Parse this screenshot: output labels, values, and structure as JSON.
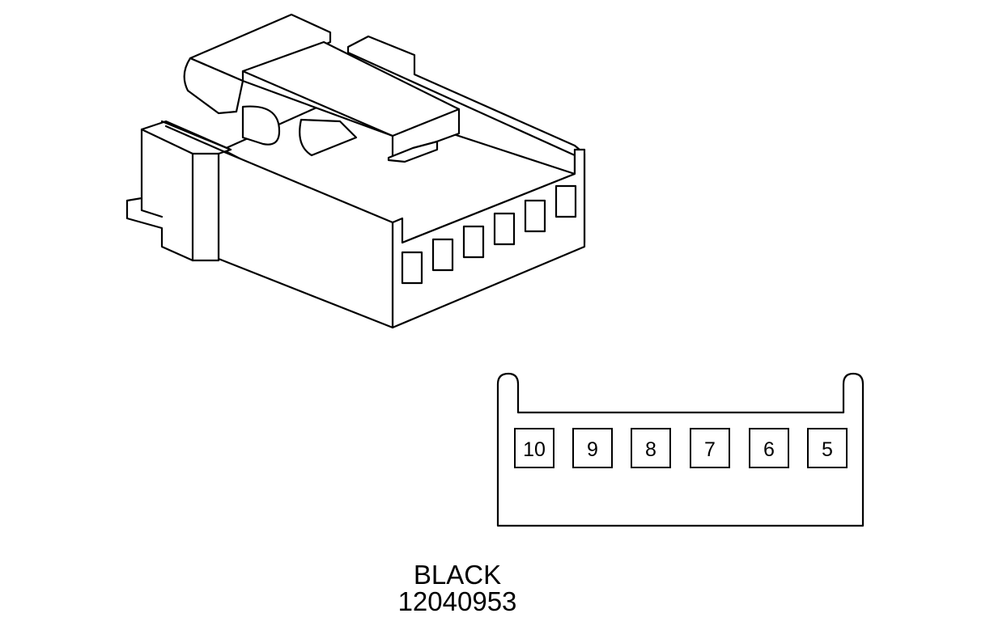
{
  "connector": {
    "color_label": "BLACK",
    "part_number": "12040953"
  },
  "face_view": {
    "pins": [
      "10",
      "9",
      "8",
      "7",
      "6",
      "5"
    ]
  },
  "colors": {
    "line": "#000000",
    "background": "#ffffff"
  }
}
